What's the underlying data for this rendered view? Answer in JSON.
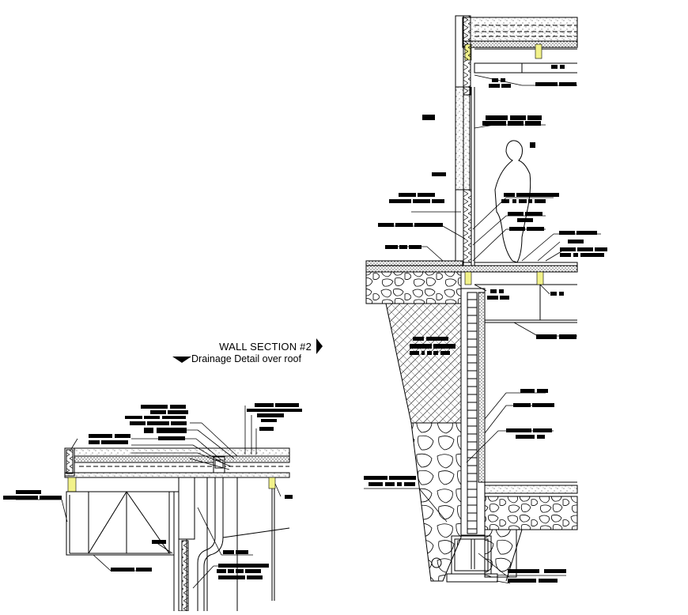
{
  "drawing": {
    "title": "WALL SECTION #2",
    "subtitle": "Drainage Detail over roof",
    "title_marker_icon": "triangle-right",
    "subtitle_marker_icon": "triangle-down",
    "line_color": "#000000",
    "highlight_color": "#f2f28a",
    "background": "#ffffff",
    "labels_redacted": true,
    "views": [
      {
        "name": "wall-section-main",
        "description": "Full-height exterior wall section with roof slab, floor slab, foundation wall, footing, gravel fill, and human figure for scale"
      },
      {
        "name": "roof-drainage-detail",
        "description": "Roof parapet with roof drain, downspout, steel beams, and truss below"
      }
    ]
  }
}
